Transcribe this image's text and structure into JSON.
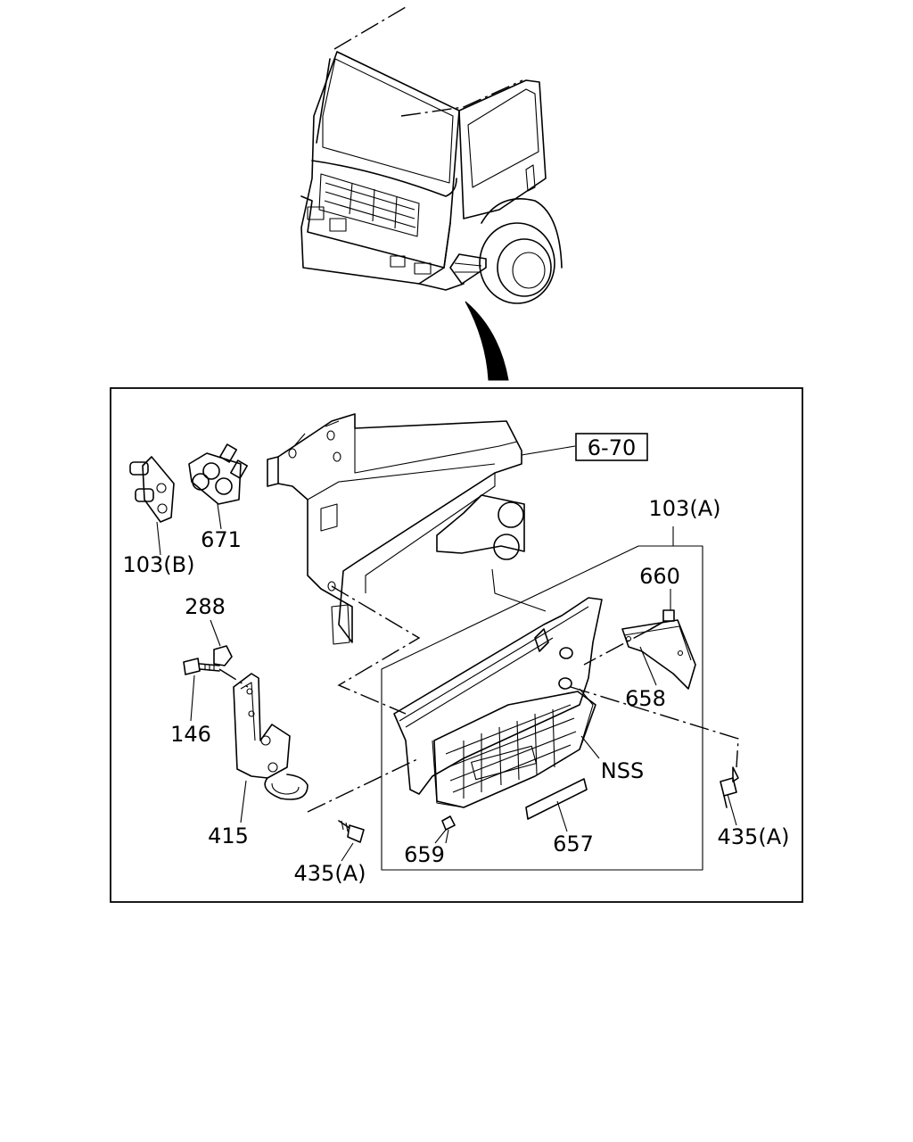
{
  "labels": {
    "ref_6_70": "6-70",
    "p103A": "103(A)",
    "p103B": "103(B)",
    "p671": "671",
    "p288": "288",
    "p146": "146",
    "p415": "415",
    "p435A_left": "435(A)",
    "p435A_right": "435(A)",
    "p659": "659",
    "p657": "657",
    "p658": "658",
    "p660": "660",
    "nss": "NSS"
  }
}
